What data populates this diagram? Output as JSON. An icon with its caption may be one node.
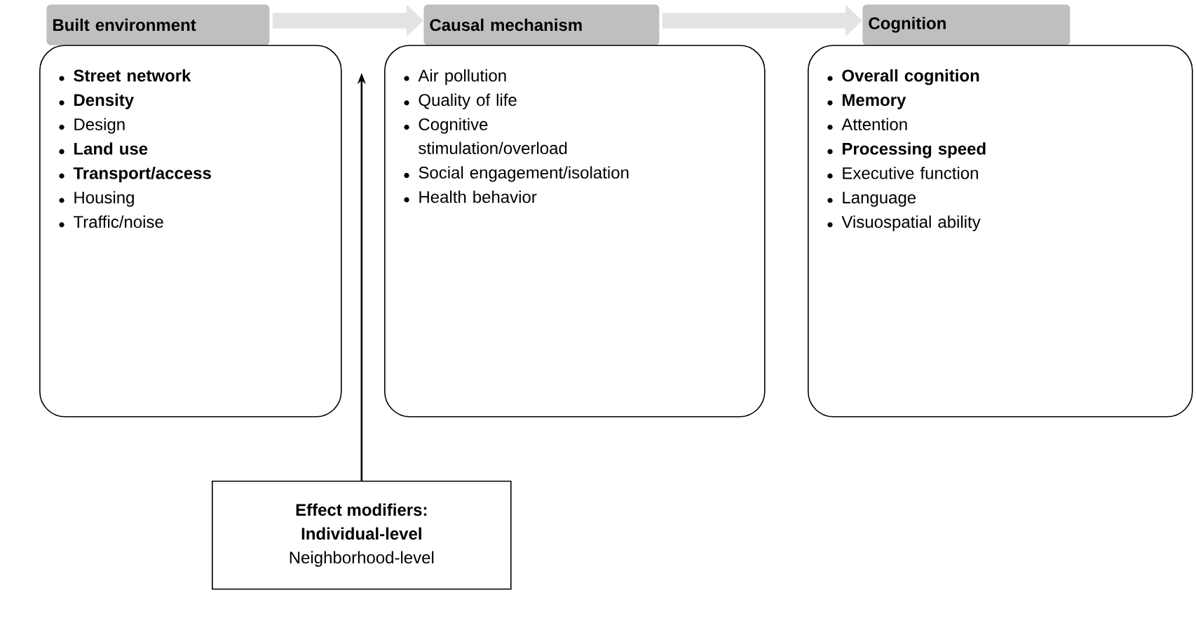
{
  "diagram": {
    "nodes": [
      {
        "text": [
          "Built environment"
        ]
      },
      {
        "text": [
          "**Street network**",
          "**Density**",
          "Design",
          "**Land use**",
          "**Transport/access**",
          "Housing",
          "Traffic/noise"
        ]
      },
      {
        "text": [
          "Causal mechanism"
        ]
      },
      {
        "text": [
          "Air pollution",
          "Quality of life",
          "Cognitive stimulation/overload",
          "Social engagement/isolation",
          "Health behavior"
        ]
      },
      {
        "text": [
          "Cognition"
        ]
      },
      {
        "text": [
          "**Overall cognition**",
          "**Memory**",
          "Attention",
          "**Processing speed**",
          "Executive function",
          "Language",
          "Visuospatial ability"
        ]
      },
      {
        "text": [
          "**Effect modifiers:**",
          "**Individual-level**",
          "Neighborhood-level"
        ]
      }
    ],
    "edges": [
      {
        "from": 0,
        "to": 2,
        "arrow": "to"
      },
      {
        "from": 2,
        "to": 4,
        "arrow": "to"
      },
      {
        "from": 6,
        "to": null,
        "arrow": "to",
        "color": "#000000"
      }
    ]
  }
}
